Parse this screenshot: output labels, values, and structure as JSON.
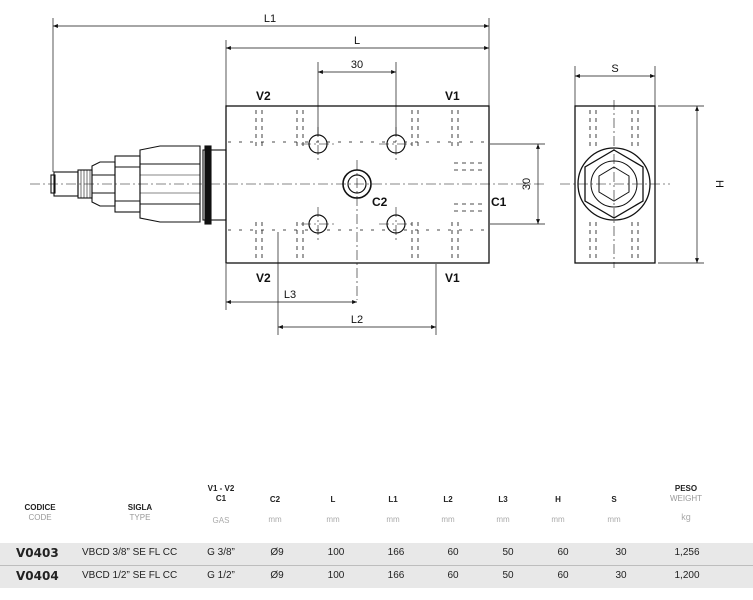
{
  "drawing": {
    "dims": {
      "l1": "L1",
      "l": "L",
      "d30_top": "30",
      "s": "S",
      "d30_side": "30",
      "h": "H",
      "l3": "L3",
      "l2": "L2"
    },
    "ports": {
      "v2_top": "V2",
      "v1_top": "V1",
      "c2": "C2",
      "c1": "C1",
      "v2_bottom": "V2",
      "v1_bottom": "V1"
    }
  },
  "table": {
    "headers": [
      {
        "l1": "CODICE",
        "l2": "CODE",
        "u": ""
      },
      {
        "l1": "SIGLA",
        "l2": "TYPE",
        "u": ""
      },
      {
        "l1": "V1 - V2",
        "l2": "C1",
        "u": "GAS"
      },
      {
        "l1": "C2",
        "l2": "",
        "u": "mm"
      },
      {
        "l1": "L",
        "l2": "",
        "u": "mm"
      },
      {
        "l1": "L1",
        "l2": "",
        "u": "mm"
      },
      {
        "l1": "L2",
        "l2": "",
        "u": "mm"
      },
      {
        "l1": "L3",
        "l2": "",
        "u": "mm"
      },
      {
        "l1": "H",
        "l2": "",
        "u": "mm"
      },
      {
        "l1": "S",
        "l2": "",
        "u": "mm"
      },
      {
        "l1": "PESO",
        "l2": "WEIGHT",
        "u": "kg"
      }
    ],
    "rows": [
      [
        "V0403",
        "VBCD 3/8” SE FL CC",
        "G 3/8”",
        "Ø9",
        "100",
        "166",
        "60",
        "50",
        "60",
        "30",
        "1,256"
      ],
      [
        "V0404",
        "VBCD 1/2” SE FL CC",
        "G 1/2”",
        "Ø9",
        "100",
        "166",
        "60",
        "50",
        "60",
        "30",
        "1,200"
      ]
    ]
  }
}
